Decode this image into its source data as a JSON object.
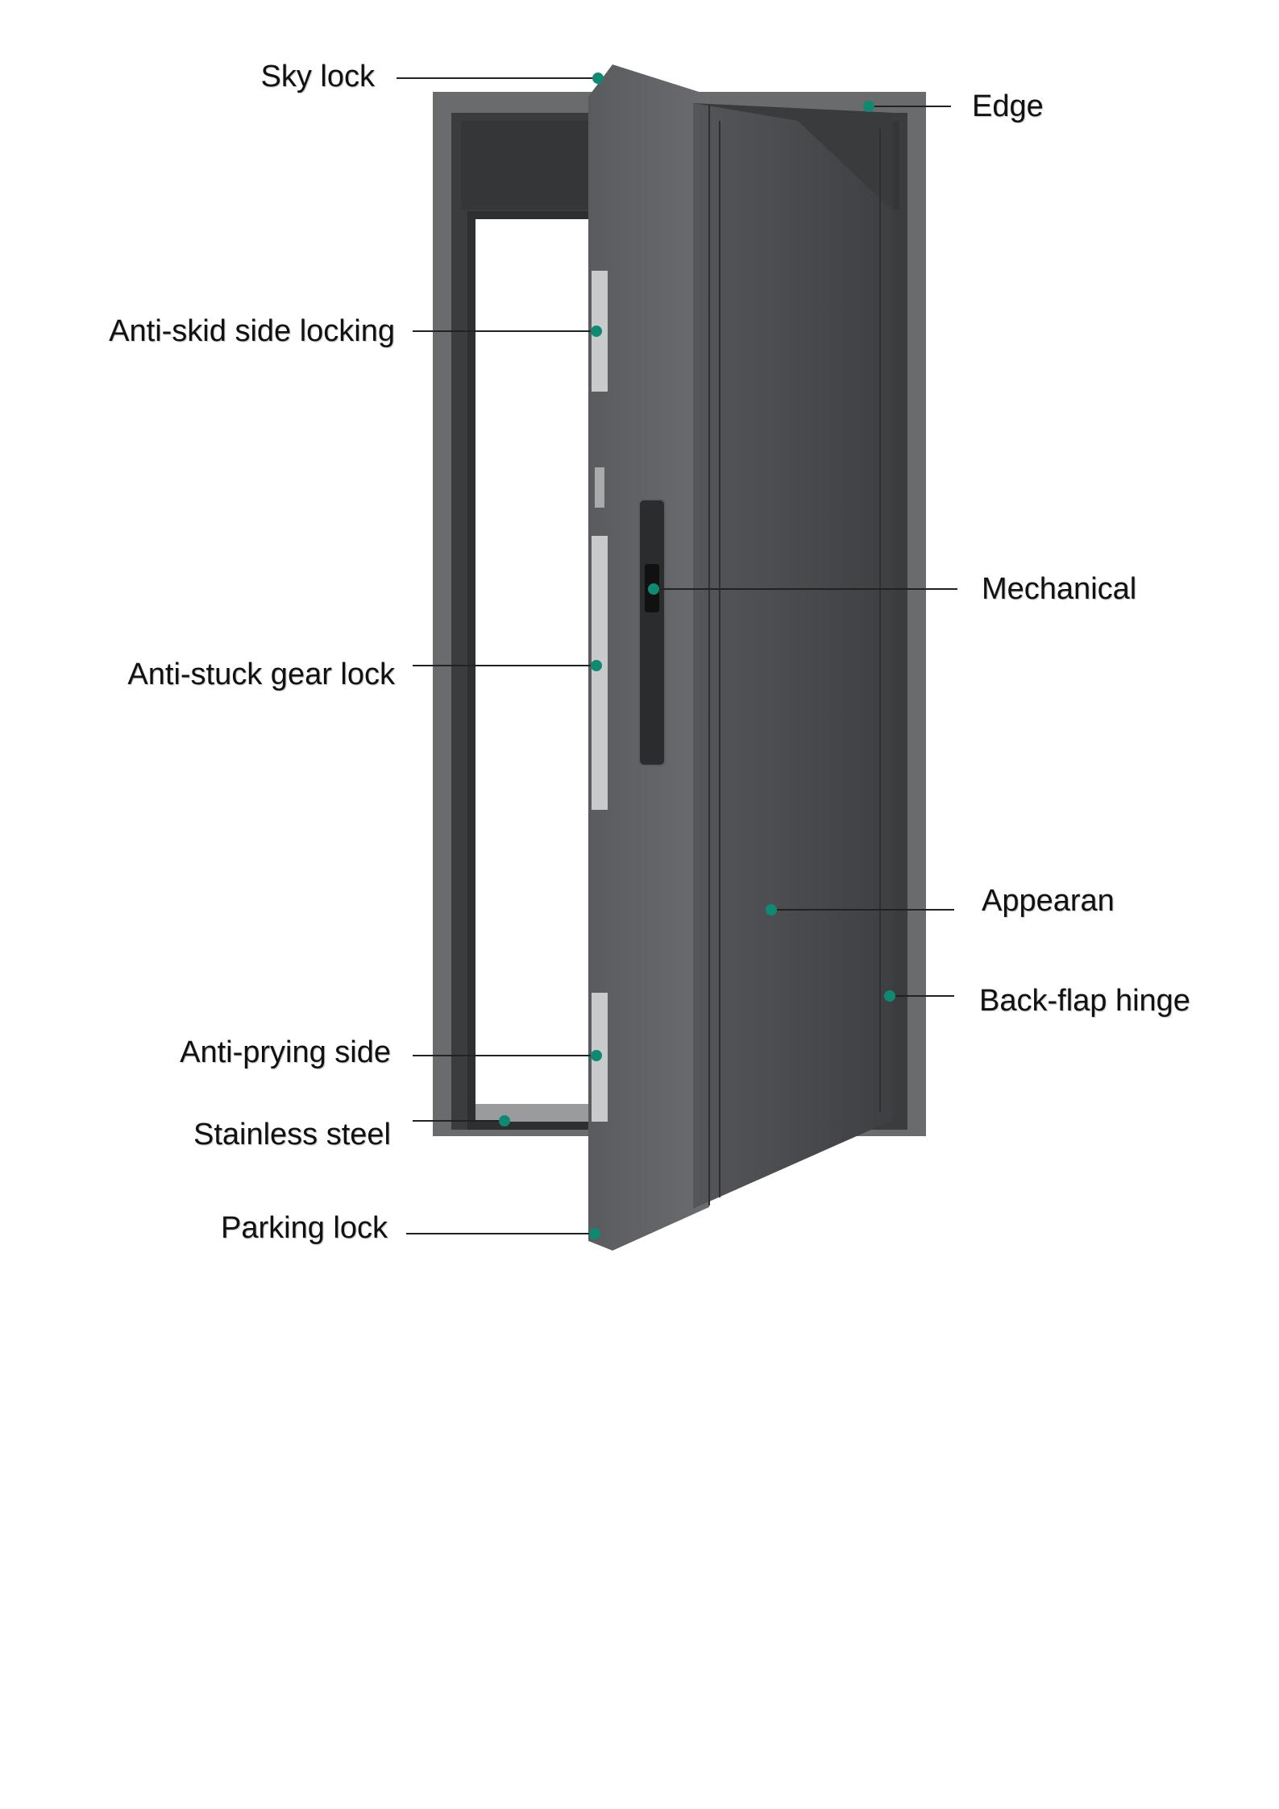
{
  "callouts": {
    "sky_lock": "Sky lock",
    "anti_skid": "Anti-skid side locking",
    "anti_stuck": "Anti-stuck gear lock",
    "anti_prying": "Anti-prying side",
    "stainless": "Stainless steel",
    "parking": "Parking lock",
    "edge": "Edge",
    "mechanical": "Mechanical",
    "appearan": "Appearan",
    "back_flap": "Back-flap hinge"
  },
  "colors": {
    "marker": "#0f8a72",
    "door_panel": "#4a4b4d",
    "frame": "#6a6b6d",
    "leader": "#222222"
  }
}
